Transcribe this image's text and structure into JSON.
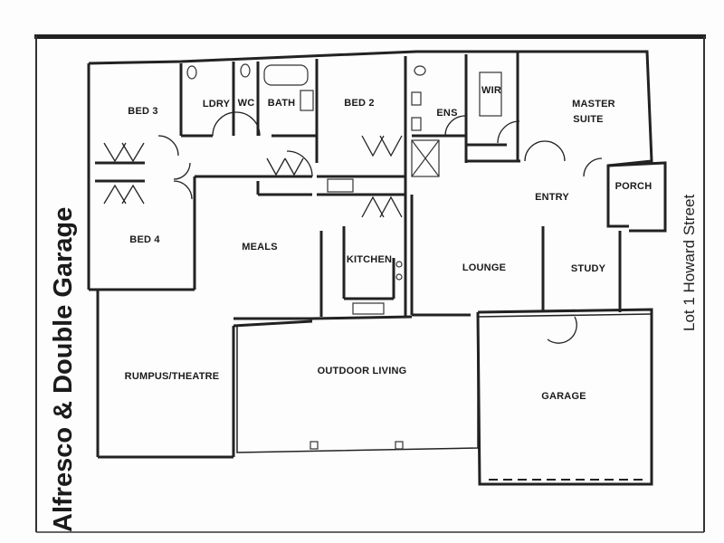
{
  "side": {
    "title": "Alfresco & Double Garage",
    "address": "Lot 1 Howard Street"
  },
  "rooms": {
    "bed3": "BED 3",
    "ldry": "LDRY",
    "wc": "WC",
    "bath": "BATH",
    "bed2": "BED 2",
    "ens": "ENS",
    "wir": "WIR",
    "master1": "MASTER",
    "master2": "SUITE",
    "porch": "PORCH",
    "entry": "ENTRY",
    "bed4": "BED 4",
    "meals": "MEALS",
    "kitchen": "KITCHEN",
    "lounge": "LOUNGE",
    "study": "STUDY",
    "rumpus": "RUMPUS/THEATRE",
    "outdoor": "OUTDOOR LIVING",
    "garage": "GARAGE"
  }
}
